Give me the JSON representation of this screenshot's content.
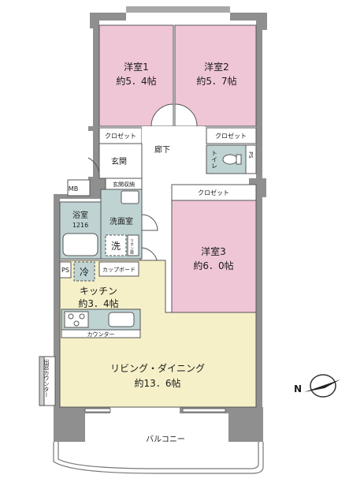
{
  "rooms": {
    "western1": {
      "name": "洋室1",
      "size": "約5．4帖"
    },
    "western2": {
      "name": "洋室2",
      "size": "約5．7帖"
    },
    "western3": {
      "name": "洋室3",
      "size": "約6．0帖"
    },
    "kitchen": {
      "name": "キッチン",
      "size": "約3．4帖"
    },
    "living": {
      "name": "リビング・ダイニング",
      "size": "約13．6帖"
    }
  },
  "labels": {
    "closet1": "クロゼット",
    "closet2": "クロゼット",
    "closet3": "クロゼット",
    "hallway": "廊下",
    "entrance": "玄関",
    "entrance_storage": "玄関収納",
    "mb": "MB",
    "toilet": "トイレ",
    "ps_top": "PS",
    "ps_kitchen": "PS",
    "bath": "浴室",
    "bath_size": "1216",
    "washroom": "洗面室",
    "washer": "洗",
    "linen": "リネン庫",
    "fridge": "冷",
    "cupboard": "カップボード",
    "counter": "カウンター",
    "bay_counter": "出窓カウンター",
    "balcony": "バルコニー",
    "north": "N"
  },
  "colors": {
    "bedroom": "#efc6d6",
    "living": "#f5f0c8",
    "wet": "#bfd3d3",
    "wall": "#8f8f8f",
    "floor": "#ffffff"
  }
}
